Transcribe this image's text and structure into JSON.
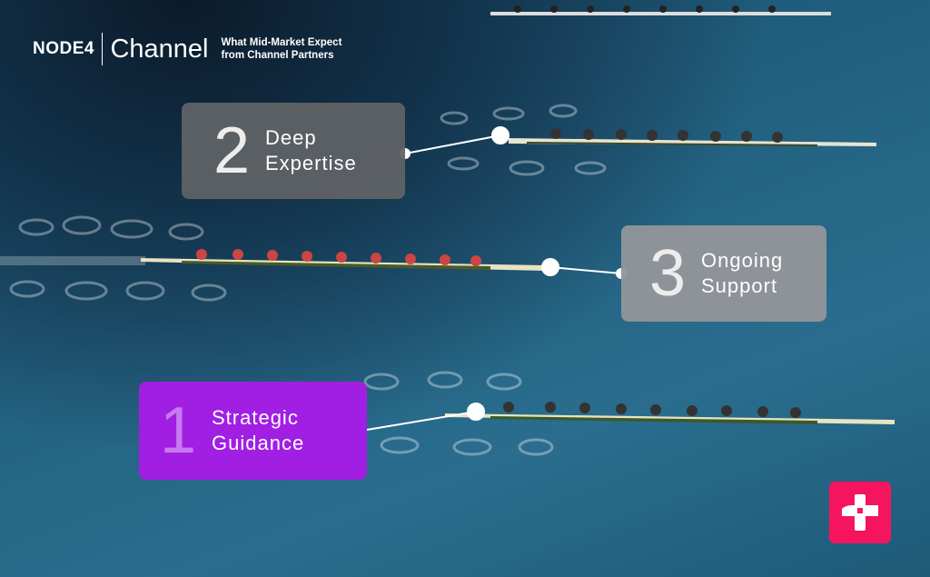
{
  "header": {
    "brand": "NODE4",
    "product": "Channel",
    "subtitle_line1": "What Mid-Market Expect",
    "subtitle_line2": "from Channel Partners"
  },
  "cards": [
    {
      "number": "2",
      "line1": "Deep",
      "line2": "Expertise"
    },
    {
      "number": "3",
      "line1": "Ongoing",
      "line2": "Support"
    },
    {
      "number": "1",
      "line1": "Strategic",
      "line2": "Guidance"
    }
  ],
  "colors": {
    "purple": "#a11fe3",
    "dark_gray": "#5f6266",
    "light_gray": "#92969a",
    "badge": "#f5155e"
  },
  "badge": {
    "icon": "plus-logo-icon"
  }
}
